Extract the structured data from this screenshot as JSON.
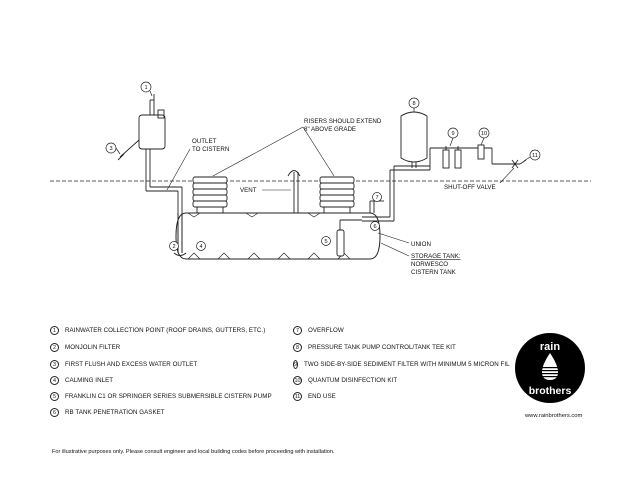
{
  "diagram": {
    "callouts": [
      "1",
      "2",
      "3",
      "4",
      "5",
      "6",
      "7",
      "8",
      "9",
      "10",
      "11"
    ],
    "labels": {
      "outlet": [
        "OUTLET",
        "TO CISTERN"
      ],
      "risers": [
        "RISERS SHOULD EXTEND",
        "8\" ABOVE GRADE"
      ],
      "vent": "VENT",
      "union": "UNION",
      "storage_tank": [
        "STORAGE TANK:",
        "NORWESCO",
        "CISTERN TANK"
      ],
      "shutoff": "SHUT-OFF VALVE"
    }
  },
  "legend": {
    "left": [
      {
        "num": "1",
        "text": "RAINWATER COLLECTION POINT (ROOF DRAINS, GUTTERS, ETC.)"
      },
      {
        "num": "2",
        "text": "MONJOLIN FILTER"
      },
      {
        "num": "3",
        "text": "FIRST FLUSH AND EXCESS WATER OUTLET"
      },
      {
        "num": "4",
        "text": "CALMING INLET"
      },
      {
        "num": "5",
        "text": "FRANKLIN C1 OR SPRINGER SERIES SUBMERSIBLE CISTERN PUMP"
      },
      {
        "num": "6",
        "text": "RB TANK PENETRATION GASKET"
      }
    ],
    "right": [
      {
        "num": "7",
        "text": "OVERFLOW"
      },
      {
        "num": "8",
        "text": "PRESSURE TANK PUMP CONTROL/TANK TEE KIT"
      },
      {
        "num": "9",
        "text": "TWO SIDE-BY-SIDE SEDIMENT FILTER WITH MINIMUM 5 MICRON FIL"
      },
      {
        "num": "10",
        "text": "QUANTUM DISINFECTION KIT"
      },
      {
        "num": "11",
        "text": "END USE"
      }
    ]
  },
  "logo": {
    "line1": "rain",
    "line2": "brothers",
    "url": "www.rainbrothers.com"
  },
  "footer": {
    "note": "For illustrative purposes only. Please consult engineer and local building codes before proceeding with installation."
  }
}
